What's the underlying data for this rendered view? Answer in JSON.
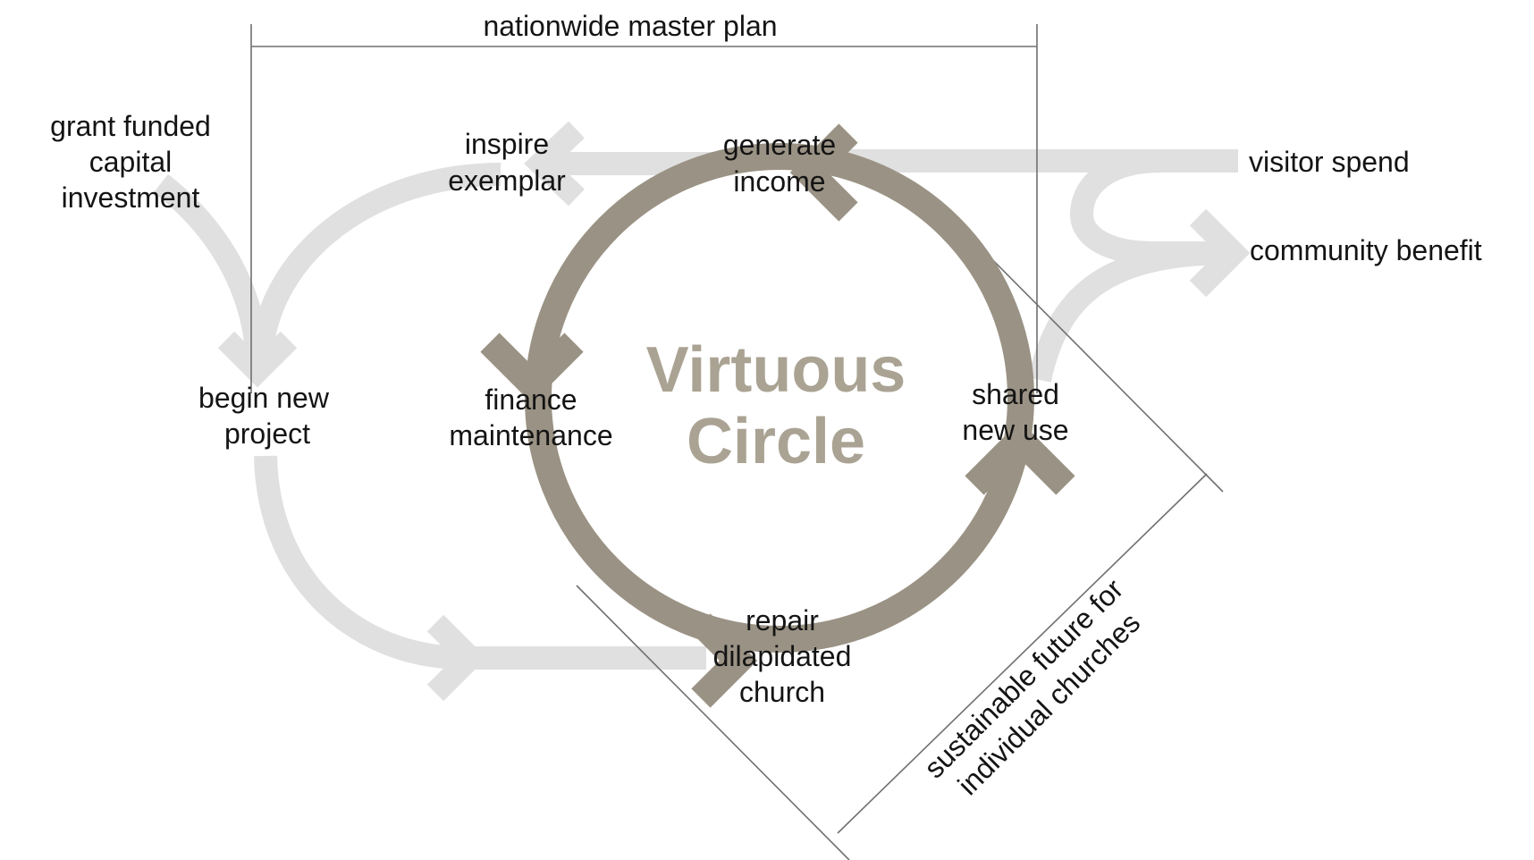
{
  "diagram": {
    "title": "nationwide master plan",
    "center": {
      "line1": "Virtuous",
      "line2": "Circle"
    },
    "nodes": {
      "grant": [
        "grant funded",
        "capital",
        "investment"
      ],
      "inspire": [
        "inspire",
        "exemplar"
      ],
      "generate": [
        "generate",
        "income"
      ],
      "visitor": [
        "visitor spend"
      ],
      "community": [
        "community benefit"
      ],
      "begin": [
        "begin new",
        "project"
      ],
      "finance": [
        "finance",
        "maintenance"
      ],
      "shared": [
        "shared",
        "new use"
      ],
      "repair": [
        "repair",
        "dilapidated",
        "church"
      ]
    },
    "bracket_label": [
      "sustainable future for",
      "individual churches"
    ]
  },
  "colors": {
    "cycle": "#9a9284",
    "flow": "#dfe0df",
    "center_text": "#aaa393",
    "text": "#141414",
    "guide_line": "#707070"
  }
}
